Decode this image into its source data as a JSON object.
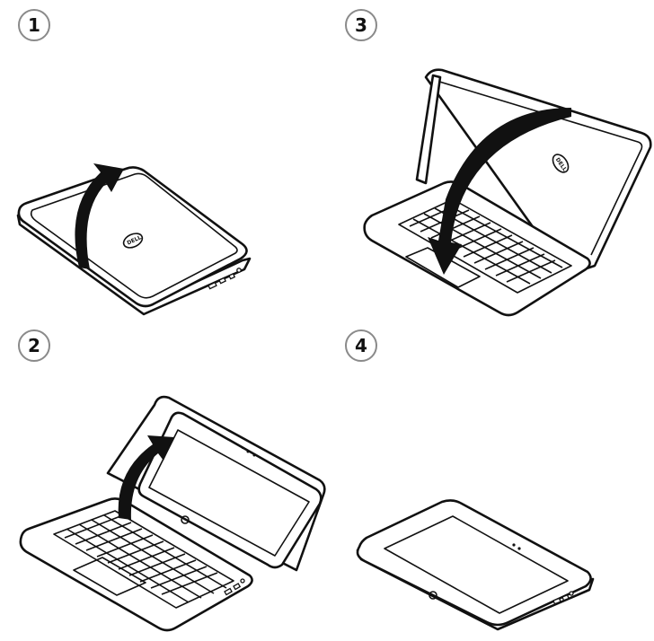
{
  "steps": [
    {
      "label": "1"
    },
    {
      "label": "3"
    },
    {
      "label": "2"
    },
    {
      "label": "4"
    }
  ],
  "logo": {
    "text": "DELL"
  }
}
